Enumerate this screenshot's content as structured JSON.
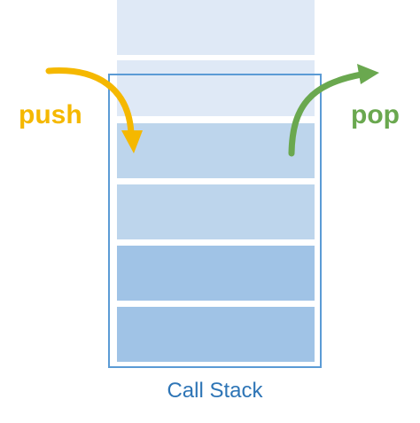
{
  "diagram": {
    "push_label": "push",
    "pop_label": "pop",
    "caption": "Call Stack",
    "colors": {
      "push": "#f5b800",
      "pop": "#6aa84f",
      "frame": "#5b9bd5",
      "caption": "#2e75b6",
      "block_light": "#dfe9f6",
      "block_mid": "#bdd5ec",
      "block_dark": "#a0c3e6"
    },
    "stack_slots": 6,
    "slots_inside_stack": 5
  }
}
